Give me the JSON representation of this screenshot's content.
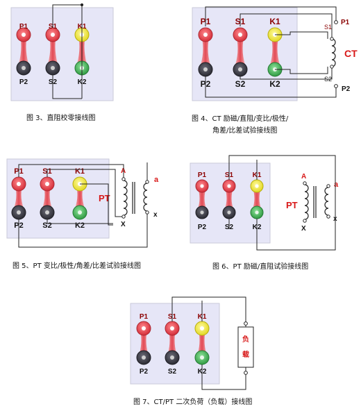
{
  "colors": {
    "red": "#e23a43",
    "black": "#3a3a44",
    "yellow": "#f0ea47",
    "green": "#43b556",
    "panel": "#e6e6f7",
    "wire": "#222222",
    "terminal_label": "#8b0000",
    "load_label": "#d81818"
  },
  "terminals": {
    "p1": "P1",
    "s1": "S1",
    "k1": "K1",
    "p2": "P2",
    "s2": "S2",
    "k2": "K2"
  },
  "figures": {
    "fig3": {
      "caption": "图 3、直阻校零接线图"
    },
    "fig4": {
      "caption_line1": "图 4、CT 励磁/直阻/变比/极性/",
      "caption_line2": "角差/比差试验接线图",
      "ct_label": "CT",
      "s1": "S1",
      "s2": "S2",
      "p1": "P1",
      "p2": "P2"
    },
    "fig5": {
      "caption": "图 5、PT 变比/极性/角差/比差试验接线图",
      "pt_label": "PT",
      "A": "A",
      "X": "X",
      "a": "a",
      "x": "x"
    },
    "fig6": {
      "caption": "图 6、PT 励磁/直阻试验接线图",
      "pt_label": "PT",
      "A": "A",
      "X": "X",
      "a": "a",
      "x": "x"
    },
    "fig7": {
      "caption": "图 7、CT/PT 二次负荷（负载）接线图",
      "load_char1": "负",
      "load_char2": "载"
    }
  }
}
